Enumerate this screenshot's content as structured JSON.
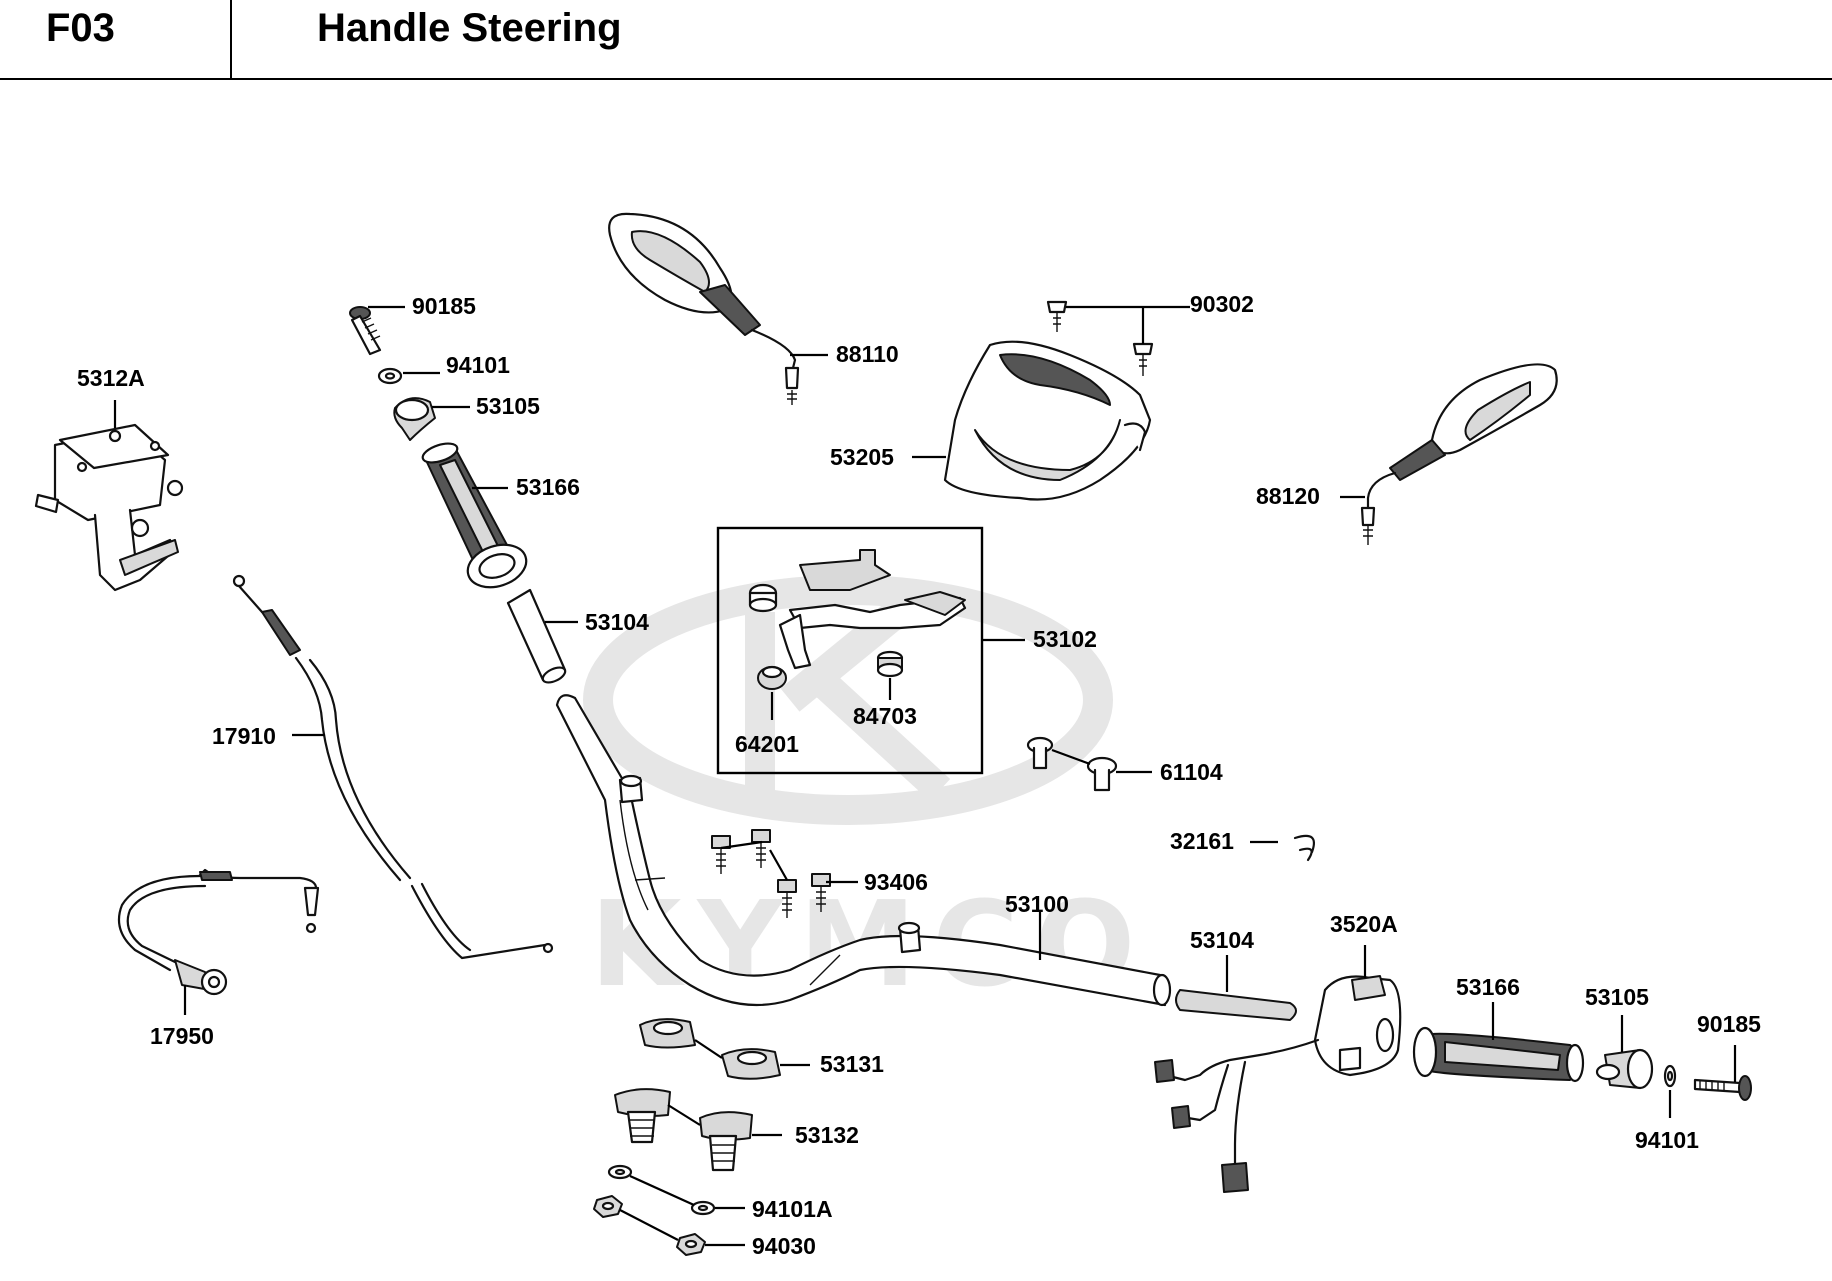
{
  "header": {
    "code": "F03",
    "title": "Handle Steering"
  },
  "watermark": {
    "text": "KYMCO"
  },
  "parts": {
    "p5312A": "5312A",
    "p90185_left": "90185",
    "p94101_left": "94101",
    "p53105_left": "53105",
    "p53166_left": "53166",
    "p53104_left": "53104",
    "p88110": "88110",
    "p90302": "90302",
    "p53205": "53205",
    "p88120": "88120",
    "p53102": "53102",
    "p64201": "64201",
    "p84703": "84703",
    "p61104": "61104",
    "p32161": "32161",
    "p17910": "17910",
    "p17950": "17950",
    "p93406": "93406",
    "p53100": "53100",
    "p53104_right": "53104",
    "p3520A": "3520A",
    "p53166_right": "53166",
    "p53105_right": "53105",
    "p90185_right": "90185",
    "p94101_right": "94101",
    "p53131": "53131",
    "p53132": "53132",
    "p94101A": "94101A",
    "p94030": "94030"
  }
}
